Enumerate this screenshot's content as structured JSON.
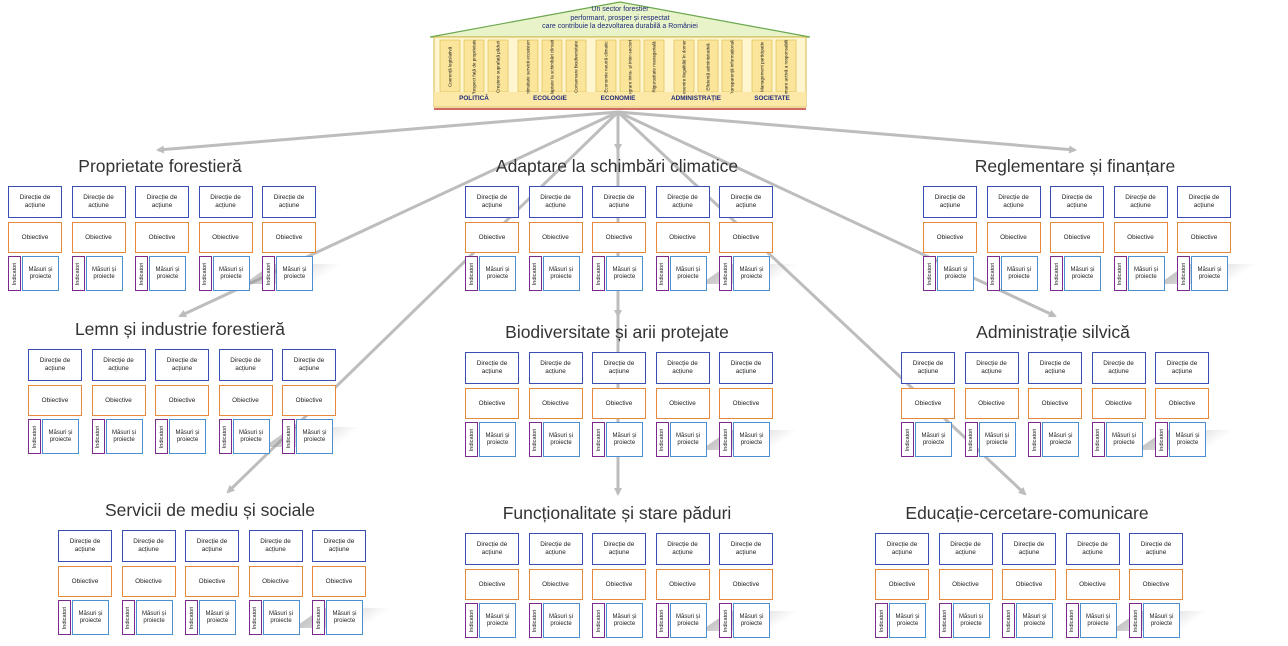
{
  "colors": {
    "roof_fill": "#e8f3c9",
    "roof_stroke": "#6aa84f",
    "header_text": "#1f2b7a",
    "pillar_fill": "#fbe59a",
    "pillar_stroke": "#d9b84a",
    "base_line": "#c0392b",
    "arrow": "#bdbdbd",
    "direction_border": "#3a4db5",
    "objective_border": "#e58a3a",
    "indicator_border": "#7a2a8a",
    "measures_border": "#4a8fcf"
  },
  "temple": {
    "vision_lines": [
      "Un sector forestier",
      "performant, prosper și respectat",
      "care contribuie la dezvoltarea durabilă a României"
    ],
    "pillars": [
      "Coerență legislativă",
      "Respect față de proprietate",
      "Creștere suprafață păduri",
      "Continuitate servicii ecosistemice",
      "Adaptare la schimbări climatice",
      "Conservare biodiversitate",
      "Economie neutră climatic",
      "Integrare intra- și inter-sectorială",
      "Rigurozitate managerială",
      "Prevenire ilegalități în domeniu",
      "Eficiență administrativă",
      "Transparență informațională",
      "Management participativ",
      "Asumare activă a responsabilității"
    ],
    "categories": [
      "POLITICĂ",
      "ECOLOGIE",
      "ECONOMIE",
      "ADMINISTRAȚIE",
      "SOCIETATE"
    ]
  },
  "labels": {
    "direction": "Direcție de acțiune",
    "objectives": "Obiective",
    "indicators": "Indicatori",
    "measures": "Măsuri și proiecte"
  },
  "sections": [
    {
      "title": "Proprietate forestieră"
    },
    {
      "title": "Adaptare la schimbări climatice"
    },
    {
      "title": "Reglementare și finanțare"
    },
    {
      "title": "Lemn și industrie forestieră"
    },
    {
      "title": "Biodiversitate și arii protejate"
    },
    {
      "title": "Administrație silvică"
    },
    {
      "title": "Servicii de mediu și sociale"
    },
    {
      "title": "Funcționalitate și stare păduri"
    },
    {
      "title": "Educație-cercetare-comunicare"
    }
  ]
}
